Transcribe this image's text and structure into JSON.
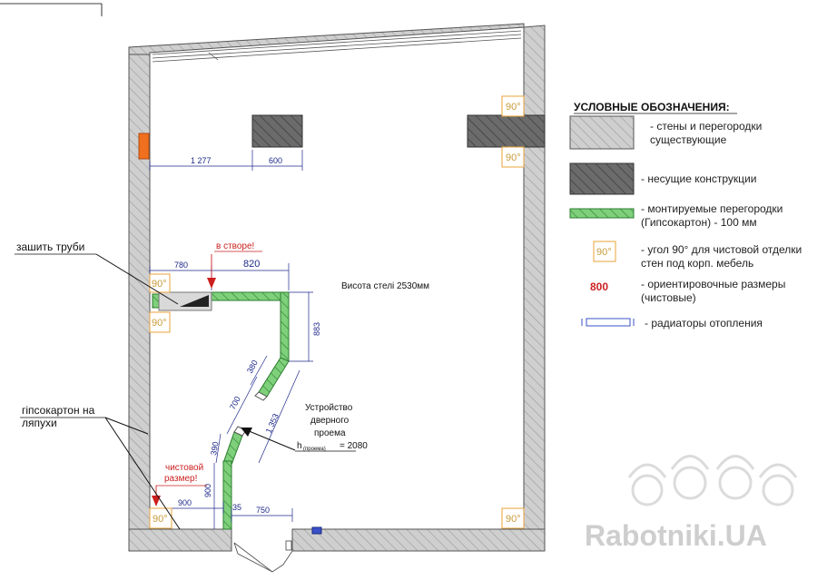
{
  "annotations": {
    "sew_pipes": "зашить труби",
    "drywall": "гіпсокартон на",
    "drywall2": "ляпухи",
    "ceiling": "Висота стелі 2530мм",
    "aligned": "в створе!",
    "clean_size1": "чистовой",
    "clean_size2": "размер!",
    "door1": "Устройство",
    "door2": "дверного",
    "door3": "проема",
    "door_h": "h",
    "door_h_sub": "(проема)",
    "door_h_val": "= 2080"
  },
  "dimensions": {
    "d1277": "1 277",
    "d600": "600",
    "d780": "780",
    "d820": "820",
    "d883": "883",
    "d380": "380",
    "d700": "700",
    "d1353": "1 353",
    "d390": "390",
    "d900v": "900",
    "d900h": "900",
    "d35": "35",
    "d750": "750"
  },
  "angle_badge": "90°",
  "legend": {
    "title": "УСЛОВНЫЕ ОБОЗНАЧЕНИЯ:",
    "existing": [
      "- стены и перегородки",
      "существующие"
    ],
    "bearing": "- несущие конструкции",
    "mounted": [
      "- монтируемые перегородки",
      "(Гипсокартон) - 100 мм"
    ],
    "angle": [
      "- угол 90° для чистовой отделки",
      "стен под корп. мебель"
    ],
    "approx_value": "800",
    "approx": [
      "- ориентировочные размеры",
      "(чистовые)"
    ],
    "radiator": "- радиаторы отопления"
  },
  "watermark": "Rabotniki.UA",
  "colors": {
    "existing_wall": "#c8c8c8",
    "bearing": "#606060",
    "drywall": "#7ed07a",
    "badge": "#e8a33a",
    "dimension": "#1f2a8a",
    "red": "#cc1f1f",
    "radiator": "#3a50c8",
    "marker": "#f07020"
  }
}
